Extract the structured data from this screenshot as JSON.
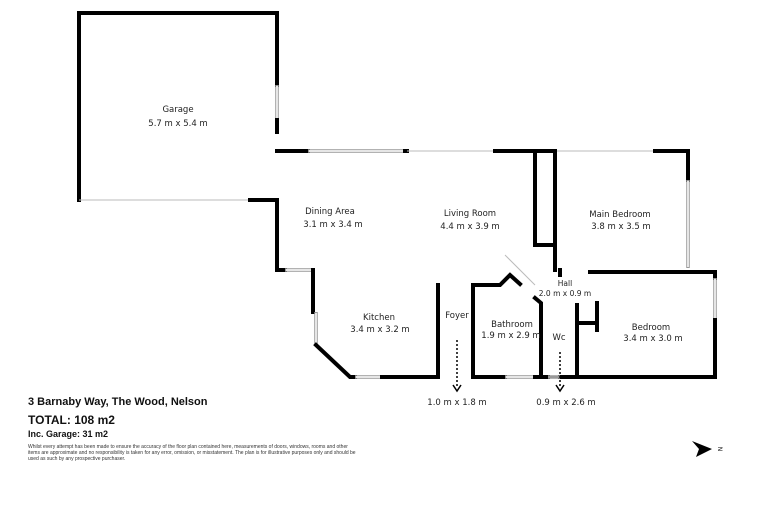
{
  "rooms": {
    "garage": {
      "name": "Garage",
      "size": "5.7 m x 5.4 m"
    },
    "dining": {
      "name": "Dining Area",
      "size": "3.1 m x 3.4 m"
    },
    "living": {
      "name": "Living Room",
      "size": "4.4 m x 3.9 m"
    },
    "main_bedroom": {
      "name": "Main Bedroom",
      "size": "3.8 m x 3.5 m"
    },
    "hall": {
      "name": "Hall",
      "size": "2.0 m x 0.9 m"
    },
    "kitchen": {
      "name": "Kitchen",
      "size": "3.4 m x 3.2 m"
    },
    "foyer": {
      "name": "Foyer",
      "size": "1.0 m x 1.8 m"
    },
    "bathroom": {
      "name": "Bathroom",
      "size": "1.9 m x 2.9 m"
    },
    "wc": {
      "name": "Wc",
      "size": "0.9 m x 2.6 m"
    },
    "bedroom": {
      "name": "Bedroom",
      "size": "3.4 m x 3.0 m"
    }
  },
  "info": {
    "address": "3 Barnaby Way, The Wood, Nelson",
    "total": "TOTAL:  108 m2",
    "garage_area": "Inc. Garage:  31 m2",
    "disclaimer": "Whilst every attempt has been made to ensure the accuracy of the floor plan contained here, measurements of doors, windows, rooms and other items are approximate and no responsibility is taken for any error, omission, or misstatement. The plan is for illustrative purposes only and should be used as such by any prospective purchaser."
  },
  "compass": {
    "icon": "north-arrow-icon",
    "label": "N"
  }
}
